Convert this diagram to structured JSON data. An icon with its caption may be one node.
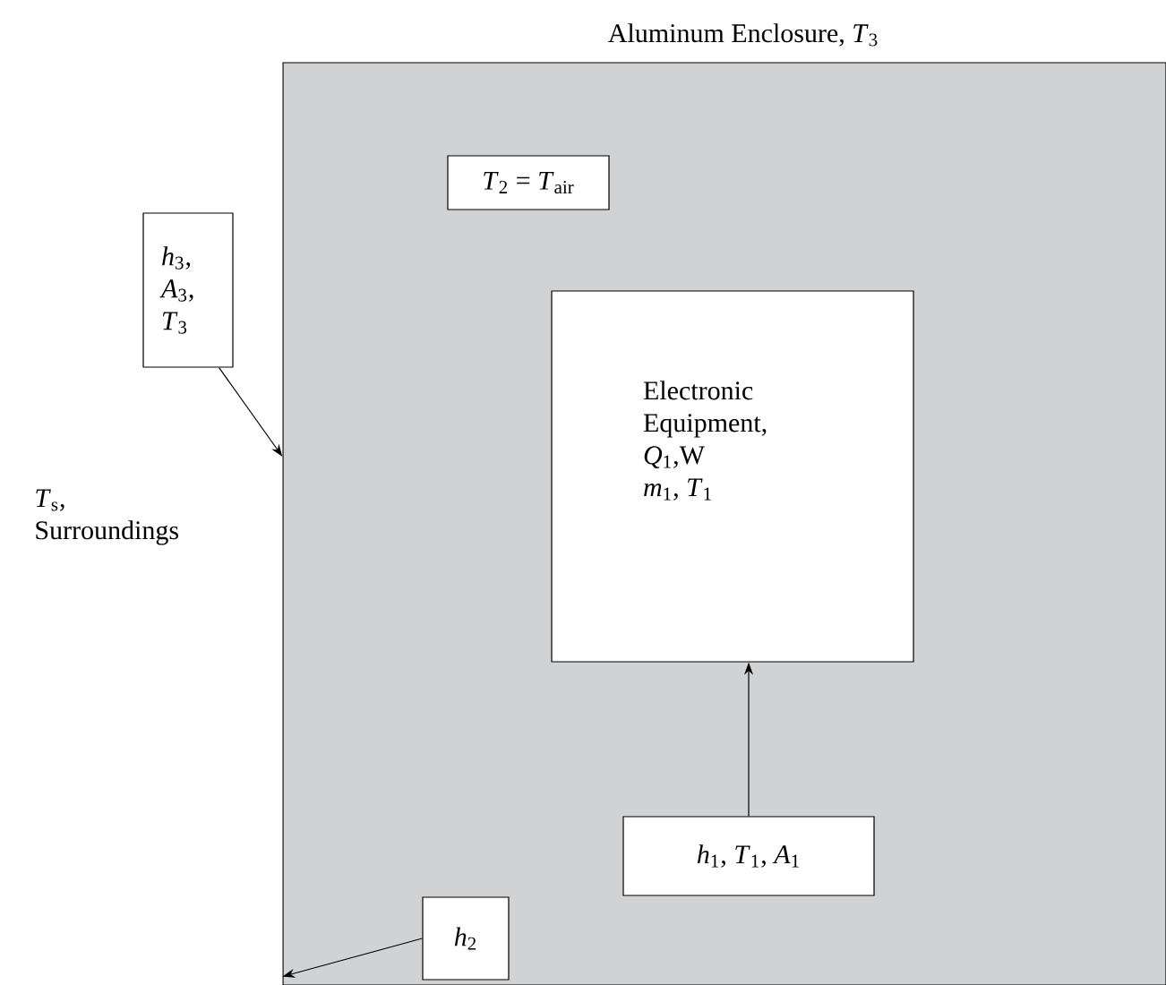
{
  "diagram": {
    "nodes": [
      {
        "text": [
          "Aluminum Enclosure, *T*$_{3}$"
        ]
      },
      {
        "text": [
          "*T*$_{2}$ = *T*$_{air}$"
        ],
        "in": 0
      },
      {
        "text": [
          "Electronic Equipment,",
          "*Q*$_{1}$,W",
          "*m*$_{1}$, *T*$_{1}$"
        ],
        "in": 0
      },
      {
        "text": [
          "*h*$_{1}$, *T*$_{1}$, *A*$_{1}$"
        ],
        "in": 0
      },
      {
        "text": [
          "*h*$_{2}$"
        ],
        "in": 0
      },
      {
        "text": [
          "*h*$_{3}$, *A*$_{3}$, *T*$_{3}$"
        ]
      }
    ],
    "edges": [
      {
        "from": 3,
        "to": 2,
        "arrow": "to"
      },
      {
        "from": 4,
        "to": 0,
        "arrow": "to"
      },
      {
        "from": 5,
        "to": 0,
        "arrow": "to"
      }
    ],
    "labels": [
      "*T*$_{s}$, Surroundings"
    ]
  }
}
